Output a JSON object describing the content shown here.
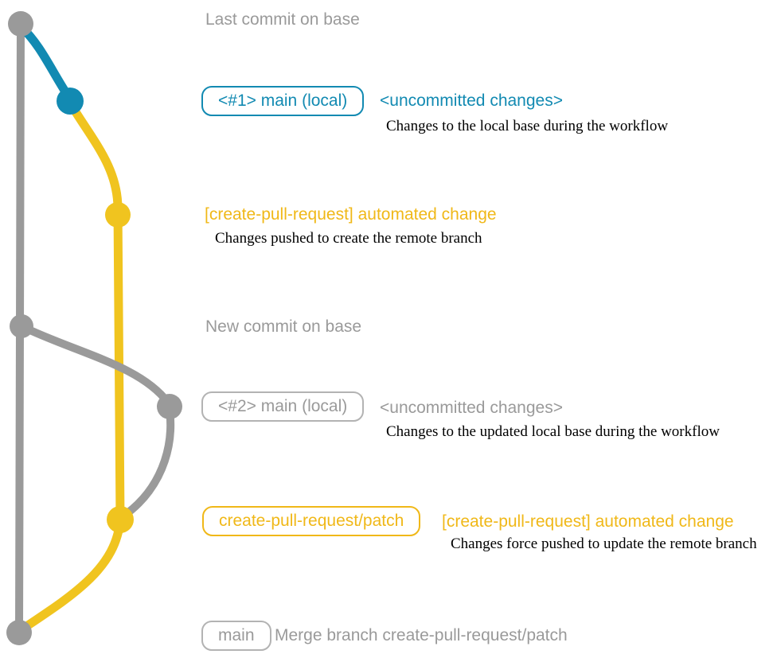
{
  "colors": {
    "gray-stroke": "#9a9a9a",
    "gray-text": "#9a9a9a",
    "gray-border": "#b3b3b3",
    "blue": "#128ab2",
    "yellow-stroke": "#f0c41f",
    "yellow-text": "#f0b818",
    "note-text": "#000000"
  },
  "diagram": {
    "captions": {
      "last_commit_on_base": "Last commit on base",
      "new_commit_on_base": "New commit on base",
      "merge_branch": "Merge branch create-pull-request/patch"
    },
    "badges": {
      "main_local_1": "<#1> main (local)",
      "main_local_2": "<#2> main (local)",
      "patch_branch": "create-pull-request/patch",
      "main": "main"
    },
    "headings": {
      "uncommitted_changes": "<uncommitted changes>",
      "automated_change": "[create-pull-request] automated change"
    },
    "notes": {
      "local_base": "Changes to the local base during the workflow",
      "pushed_create": "Changes pushed to create the remote branch",
      "updated_local_base": "Changes to the updated local base during the workflow",
      "force_pushed": "Changes force pushed to update the remote branch"
    }
  }
}
